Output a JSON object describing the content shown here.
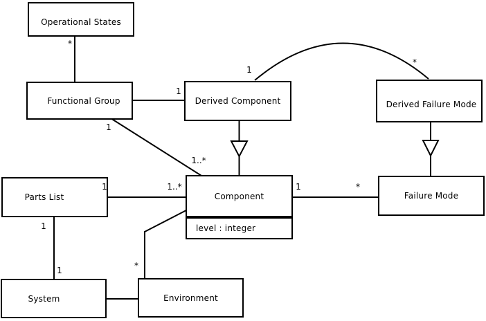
{
  "diagram": {
    "type": "uml-class-diagram",
    "colors": {
      "line": "#000000",
      "box_border": "#000000",
      "box_fill": "#ffffff",
      "background": "#ffffff",
      "text": "#000000"
    },
    "classes": {
      "operational_states": {
        "name": "Operational States"
      },
      "functional_group": {
        "name": "Functional Group"
      },
      "derived_component": {
        "name": "Derived Component"
      },
      "derived_failure_mode": {
        "name": "Derived Failure Mode"
      },
      "parts_list": {
        "name": "Parts List"
      },
      "component": {
        "name": "Component",
        "attribute": "level : integer"
      },
      "failure_mode": {
        "name": "Failure Mode"
      },
      "system": {
        "name": "System"
      },
      "environment": {
        "name": "Environment"
      }
    },
    "multiplicities": {
      "operational_states_star": "*",
      "derived_component_one": "1",
      "functional_group_diag_one": "1",
      "component_diag_many": "1..*",
      "parts_list_one": "1",
      "component_left_many": "1..*",
      "component_right_one": "1",
      "failure_mode_star": "*",
      "arc_one": "1",
      "arc_star": "*",
      "parts_list_bottom_one": "1",
      "system_top_one": "1",
      "environment_star": "*"
    }
  }
}
